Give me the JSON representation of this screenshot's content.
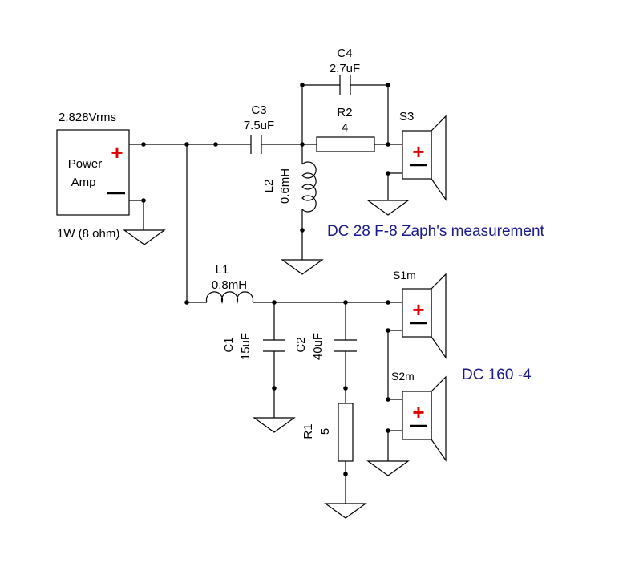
{
  "colors": {
    "wire": "#000000",
    "plus_sign": "#e00000",
    "note_text": "#1a1a8c",
    "background": "#ffffff"
  },
  "amp": {
    "voltage": "2.828Vrms",
    "line1": "Power",
    "line2": "Amp",
    "power": "1W (8 ohm)"
  },
  "components": {
    "c3": {
      "name": "C3",
      "value": "7.5uF"
    },
    "c4": {
      "name": "C4",
      "value": "2.7uF"
    },
    "r2": {
      "name": "R2",
      "value": "4"
    },
    "l2": {
      "name": "L2",
      "value": "0.6mH"
    },
    "l1": {
      "name": "L1",
      "value": "0.8mH"
    },
    "c1": {
      "name": "C1",
      "value": "15uF"
    },
    "c2": {
      "name": "C2",
      "value": "40uF"
    },
    "r1": {
      "name": "R1",
      "value": "5"
    }
  },
  "speakers": {
    "s3": "S3",
    "s1": "S1m",
    "s2": "S2m"
  },
  "notes": {
    "tweeter": "DC 28 F-8 Zaph's measurement",
    "woofer": "DC 160 -4"
  }
}
